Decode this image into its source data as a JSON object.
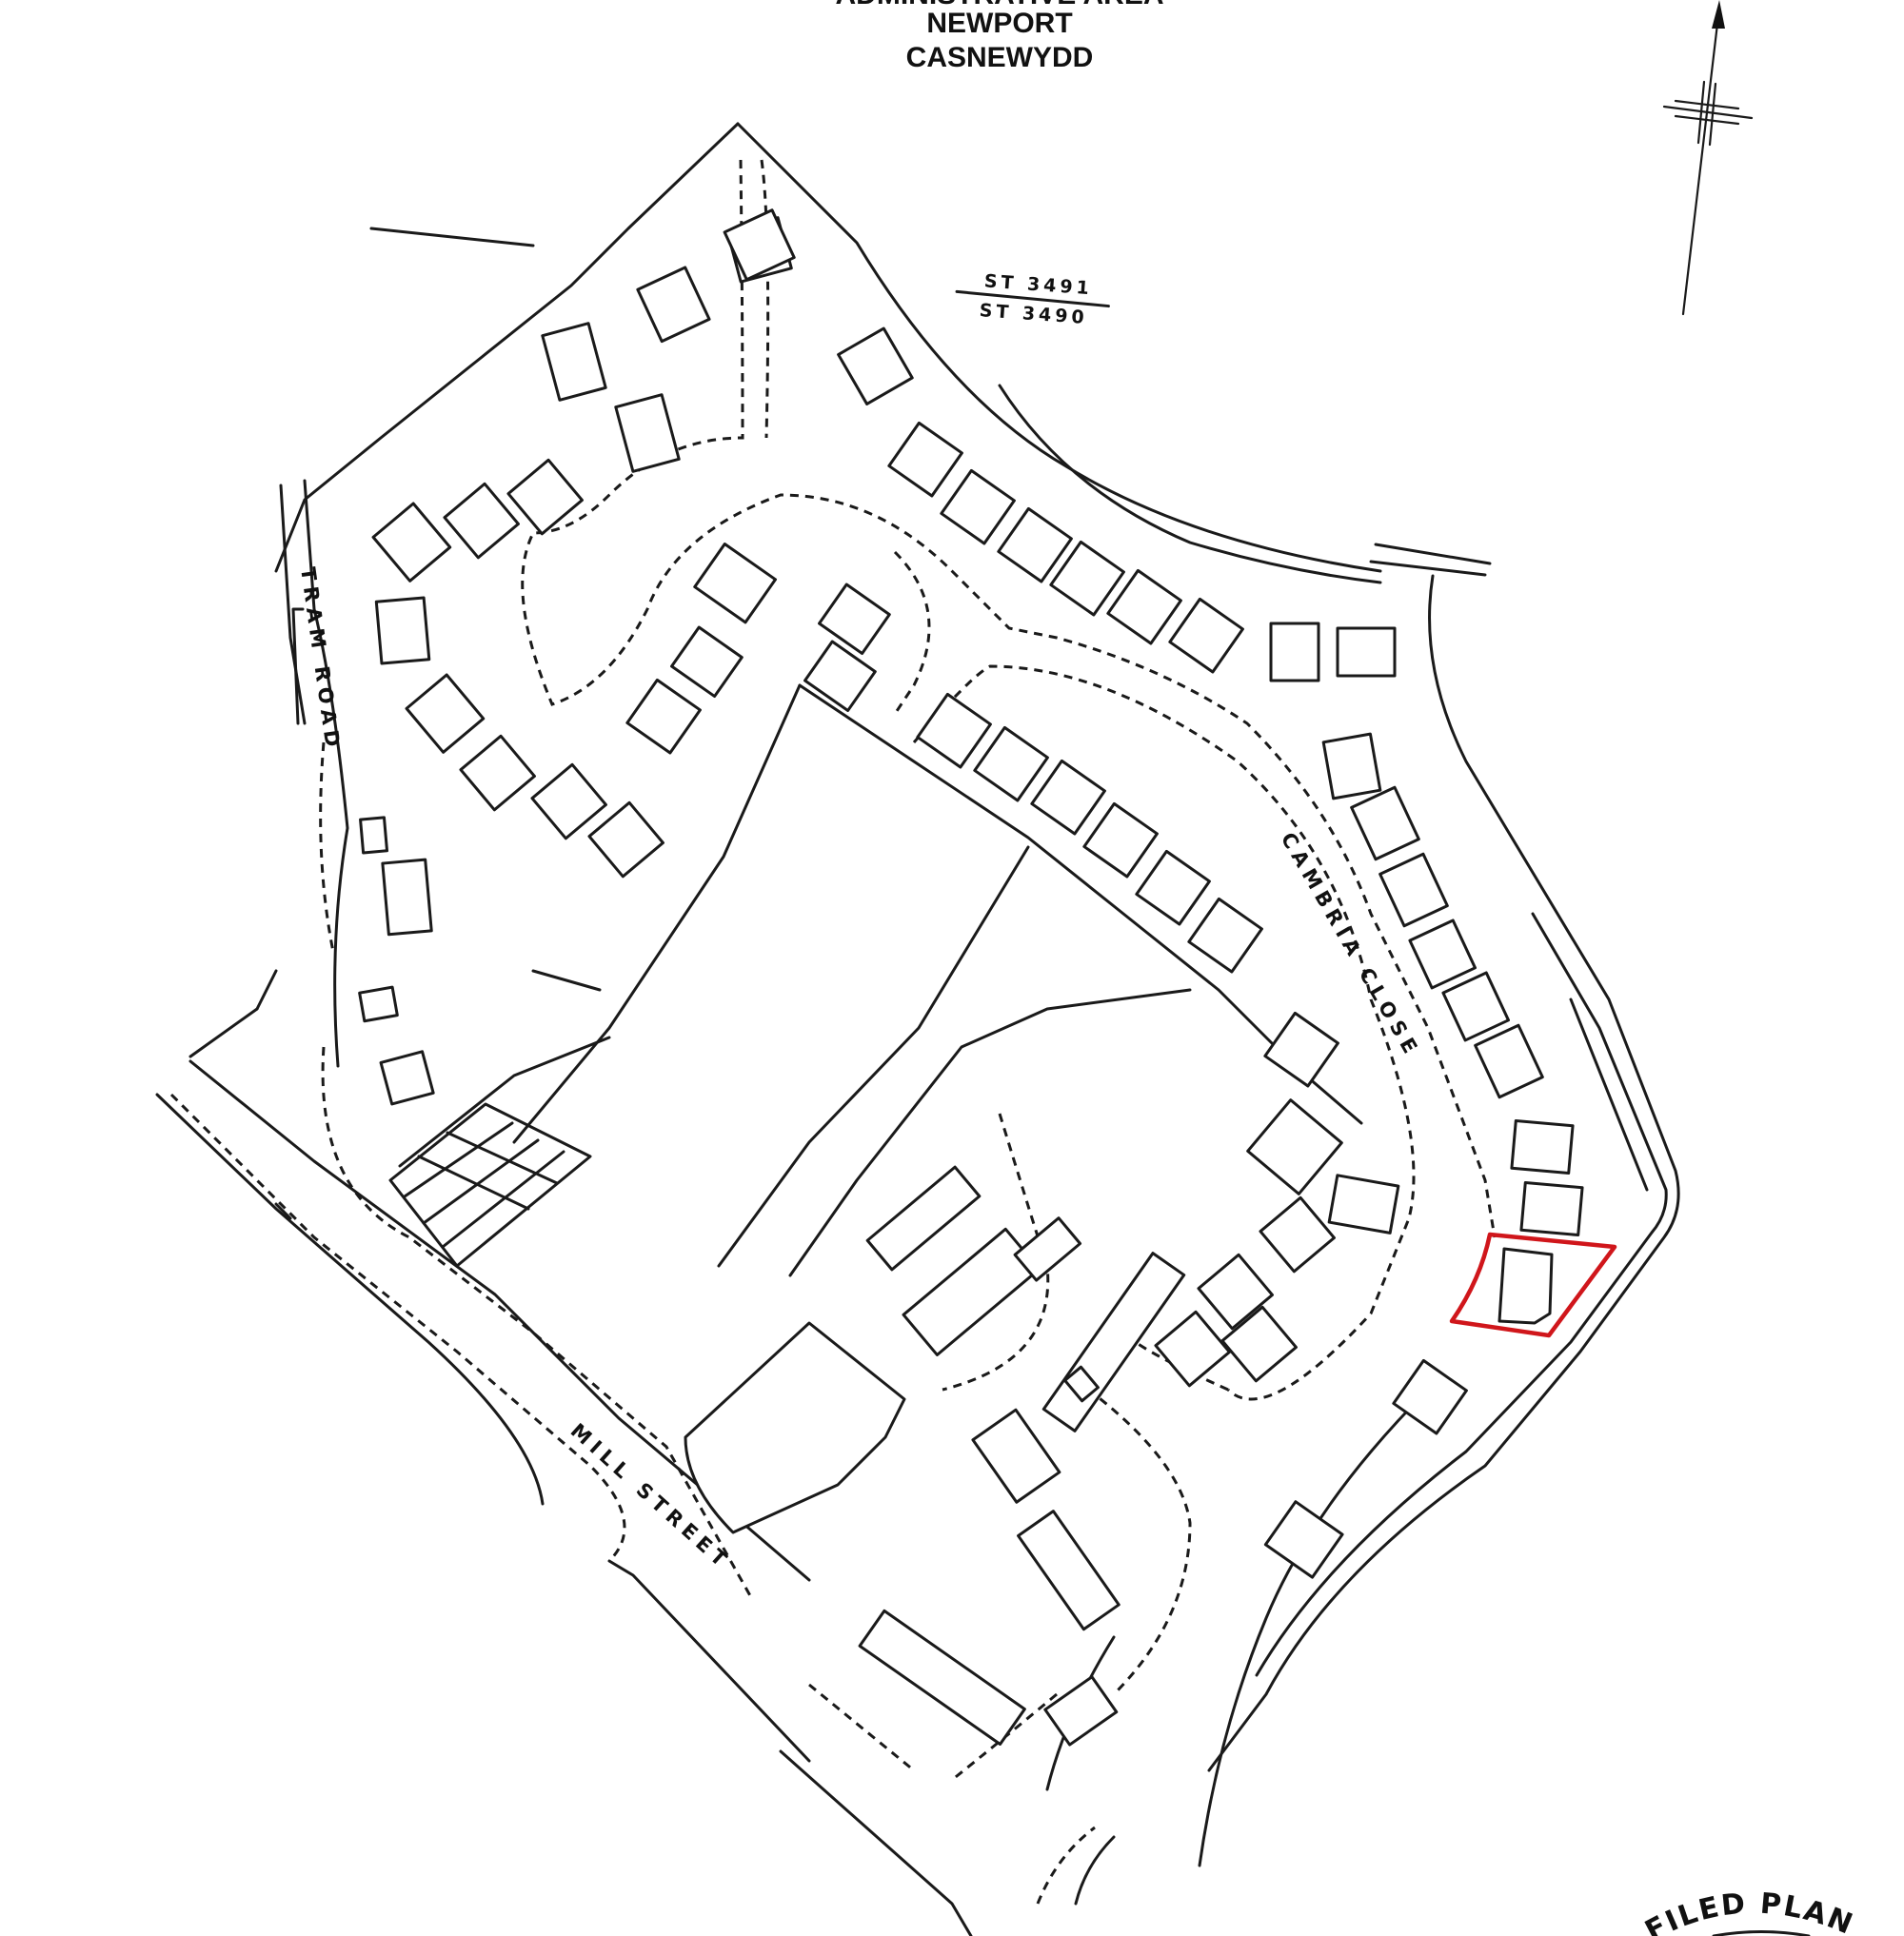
{
  "header": {
    "area_line_partial": "ADMINISTRATIVE AREA",
    "area_english": "NEWPORT",
    "area_welsh": "CASNEWYDD"
  },
  "grid_reference": {
    "upper": "ST 3491",
    "lower": "ST 3490"
  },
  "streets": {
    "cambria_close": "CAMBRIA CLOSE",
    "tram_road": "TRAM ROAD",
    "mill_street": "MILL STREET"
  },
  "seal": {
    "text": "FILED PLAN"
  },
  "north_arrow": {
    "icon": "north-arrow-icon"
  },
  "highlighted_parcel": {
    "outline_color": "#d0161b"
  },
  "colors": {
    "line": "#1a1a1a",
    "background": "#ffffff",
    "highlight": "#d0161b"
  }
}
